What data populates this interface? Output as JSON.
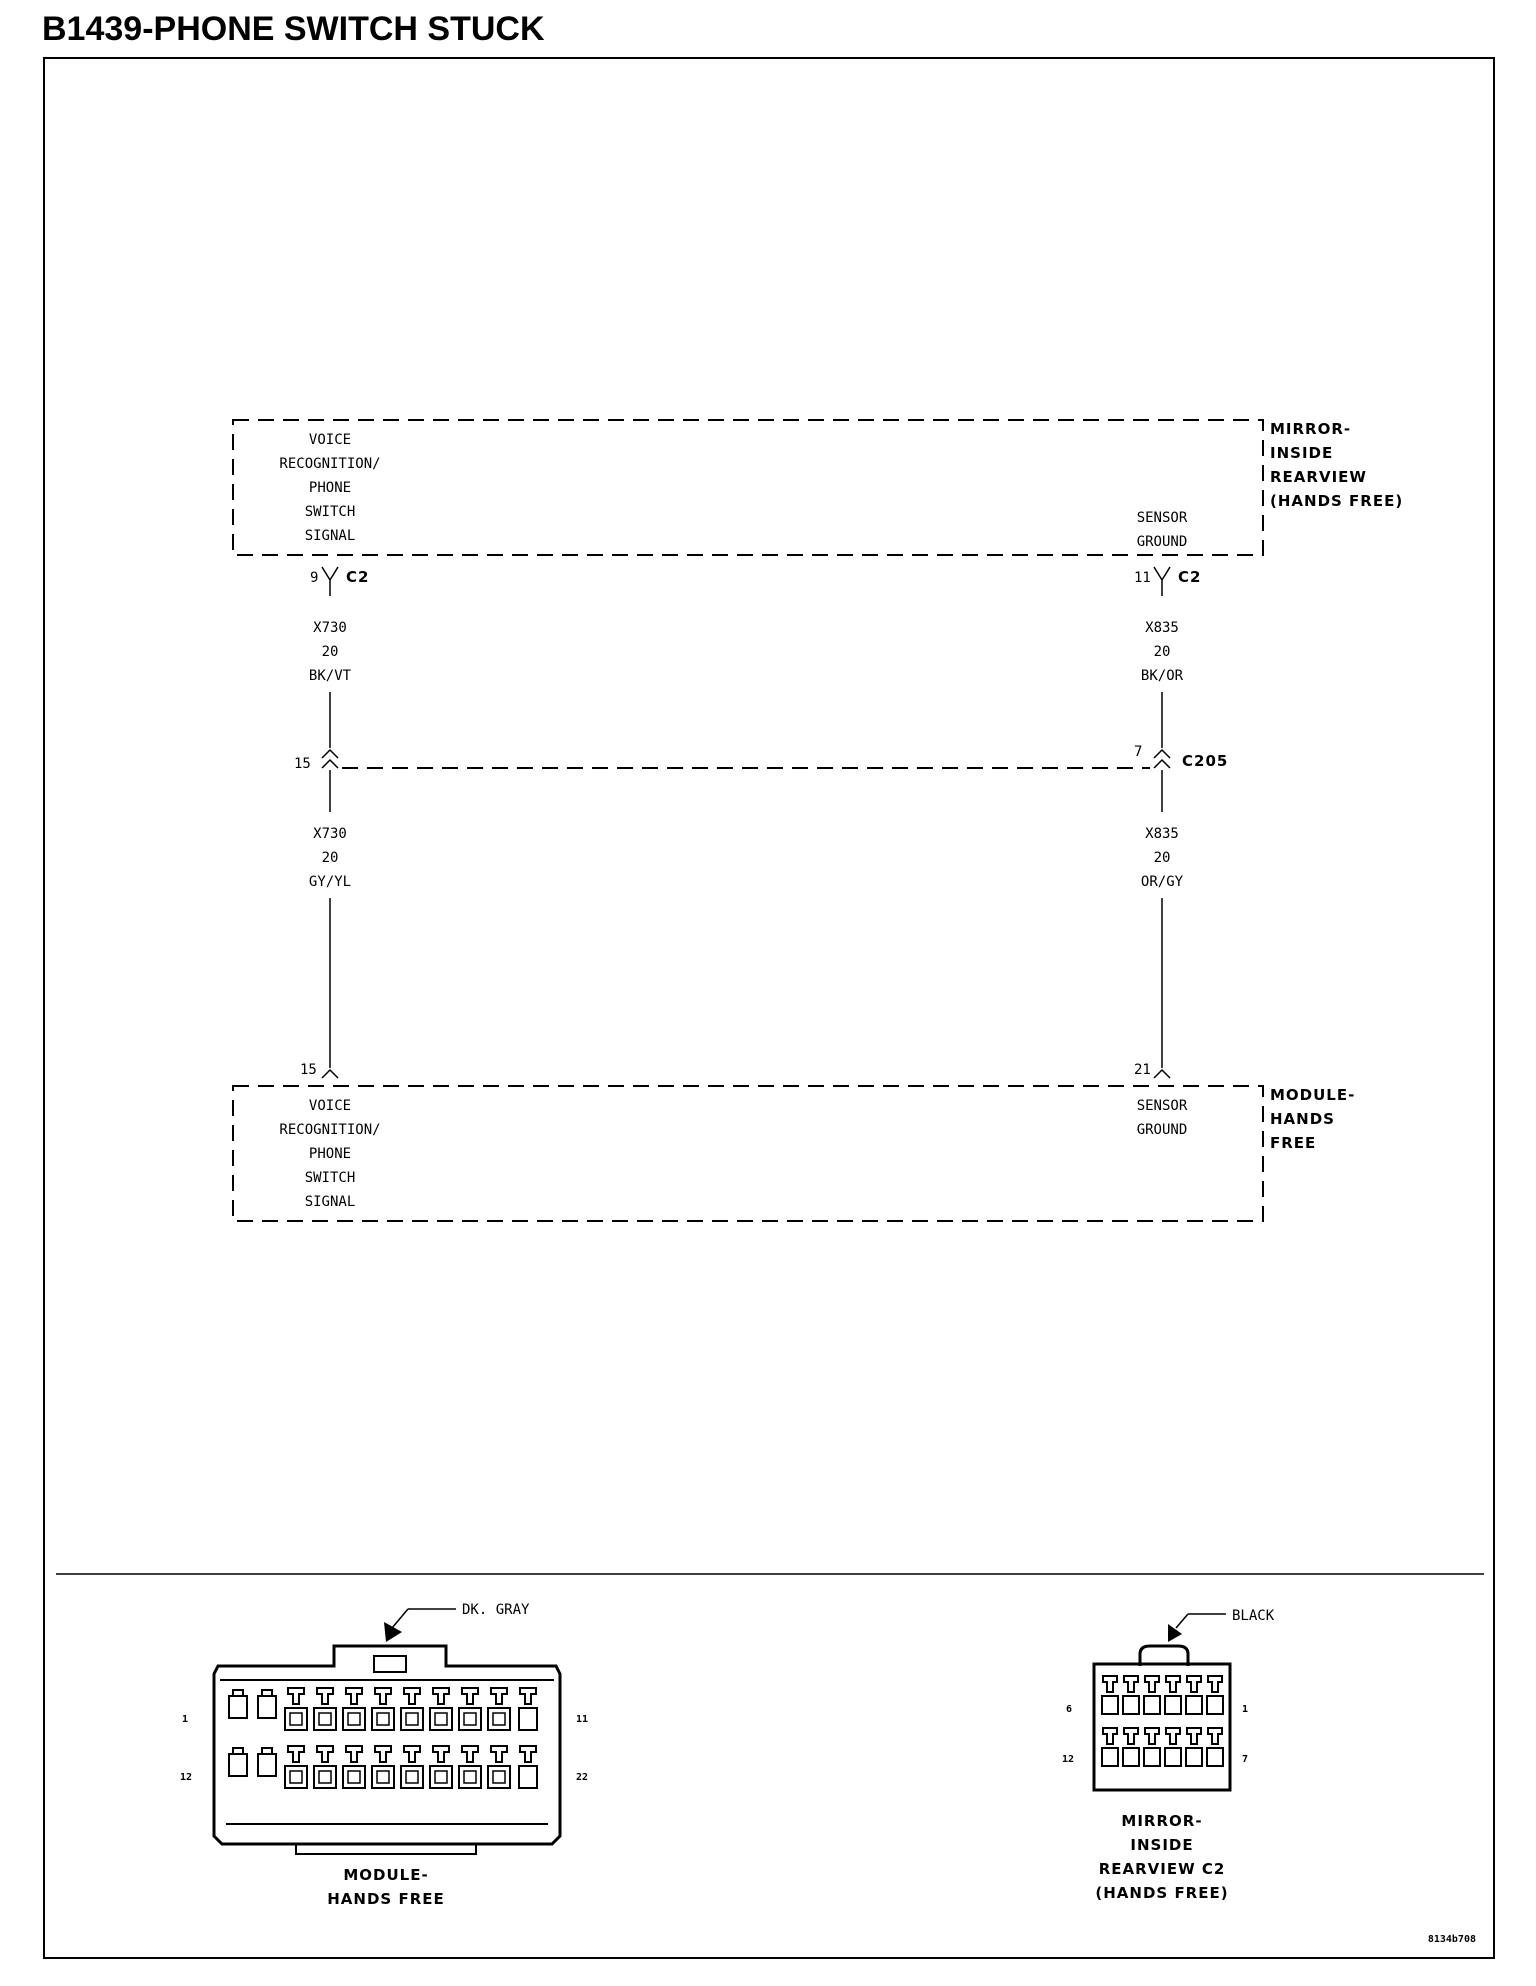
{
  "title": "B1439-PHONE SWITCH STUCK",
  "mirror_component": {
    "name_lines": [
      "MIRROR-",
      "INSIDE",
      "REARVIEW",
      "(HANDS FREE)"
    ],
    "left_pin_lines": [
      "VOICE",
      "RECOGNITION/",
      "PHONE",
      "SWITCH",
      "SIGNAL"
    ],
    "right_pin_lines": [
      "SENSOR",
      "GROUND"
    ]
  },
  "module_component": {
    "name_lines": [
      "MODULE-",
      "HANDS",
      "FREE"
    ],
    "left_pin_lines": [
      "VOICE",
      "RECOGNITION/",
      "PHONE",
      "SWITCH",
      "SIGNAL"
    ],
    "right_pin_lines": [
      "SENSOR",
      "GROUND"
    ]
  },
  "circuits": {
    "left": {
      "top_pin": "9",
      "top_connector": "C2",
      "upper_wire": [
        "X730",
        "20",
        "BK/VT"
      ],
      "inline_pin": "15",
      "lower_wire": [
        "X730",
        "20",
        "GY/YL"
      ],
      "bottom_pin": "15"
    },
    "right": {
      "top_pin": "11",
      "top_connector": "C2",
      "upper_wire": [
        "X835",
        "20",
        "BK/OR"
      ],
      "inline_pin": "7",
      "lower_wire": [
        "X835",
        "20",
        "OR/GY"
      ],
      "bottom_pin": "21"
    },
    "inline_connector": "C205"
  },
  "connector_views": {
    "module": {
      "color_label": "DK. GRAY",
      "pin_labels": {
        "top_left": "1",
        "top_right": "11",
        "bottom_left": "12",
        "bottom_right": "22"
      },
      "name_lines": [
        "MODULE-",
        "HANDS FREE"
      ]
    },
    "mirror": {
      "color_label": "BLACK",
      "pin_labels": {
        "top_left": "6",
        "top_right": "1",
        "bottom_left": "12",
        "bottom_right": "7"
      },
      "name_lines": [
        "MIRROR-",
        "INSIDE",
        "REARVIEW C2",
        "(HANDS FREE)"
      ]
    }
  },
  "figure_id": "8134b708"
}
